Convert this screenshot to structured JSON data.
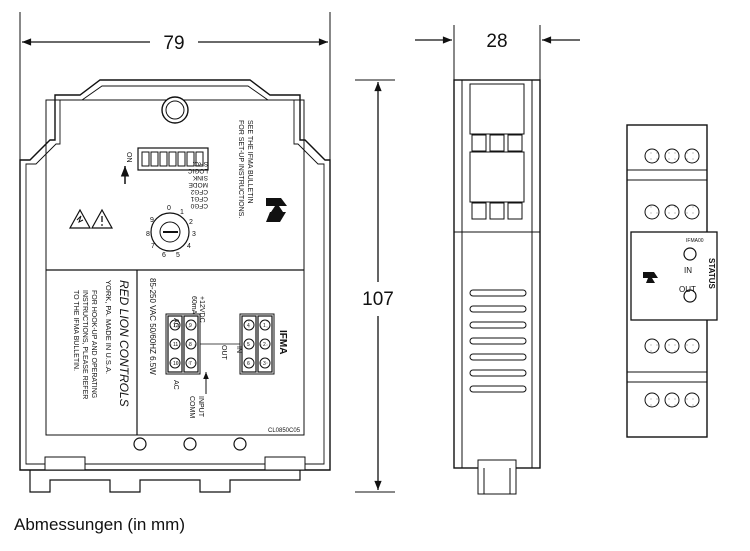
{
  "dimensions": {
    "width": "79",
    "depth": "28",
    "height": "107"
  },
  "front_panel": {
    "switch_labels": [
      "CFG0",
      "CFG1",
      "CFG2",
      "MODE",
      "SINK",
      "LOGIC",
      "SRC."
    ],
    "switch_side_label": "ON",
    "bulletin_note": [
      "SEE THE IFMA BULLETIN",
      "FOR SET-UP INSTRUCTIONS."
    ],
    "brand_name": "RED LION CONTROLS",
    "brand_city": "YORK, PA.  MADE IN U.S.A.",
    "hookup_note": [
      "FOR HOOK-UP AND OPERATING",
      "INSTRUCTIONS, PLEASE REFER",
      "TO THE IFMA BULLETIN."
    ],
    "power_rating": "85-250 VAC   50/60HZ   6.5W",
    "supply_output": [
      "+12VDC",
      "60mA"
    ],
    "ac_label": "AC",
    "out_label": "OUT",
    "in_label": "IN",
    "input_comm": [
      "INPUT",
      "COMM"
    ],
    "model_label": "IFMA",
    "terminal_numbers": [
      "1",
      "2",
      "3",
      "4",
      "5",
      "6",
      "7",
      "8",
      "9",
      "10",
      "11",
      "12"
    ],
    "part_code": "CL0850C05",
    "dial_digits": [
      "0",
      "1",
      "2",
      "3",
      "4",
      "5",
      "6",
      "7",
      "8",
      "9"
    ]
  },
  "module_front": {
    "status_title": "STATUS",
    "in_label": "IN",
    "out_label": "OUT",
    "small_code": "IFMA00"
  },
  "caption": "Abmessungen (in mm)"
}
